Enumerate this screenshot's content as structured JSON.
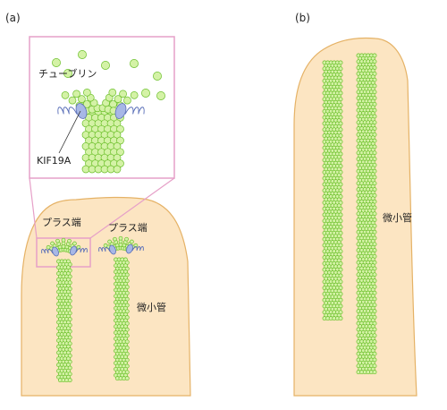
{
  "panel_a": {
    "label": "(a)",
    "inset_labels": {
      "tubulin": "チューブリン",
      "kinesin": "KIF19A"
    },
    "plus_end_left": "プラス端",
    "plus_end_right": "プラス端",
    "microtubule": "微小管"
  },
  "panel_b": {
    "label": "(b)",
    "microtubule": "微小管"
  },
  "colors": {
    "cell_fill": "#fce5c2",
    "cell_stroke": "#e5b266",
    "tubulin_fill": "#d4f2a6",
    "tubulin_stroke": "#6bbf2a",
    "kif19a_fill": "#a7b7e6",
    "kif19a_stroke": "#5a6fb8",
    "inset_frame": "#e6a0c8"
  }
}
